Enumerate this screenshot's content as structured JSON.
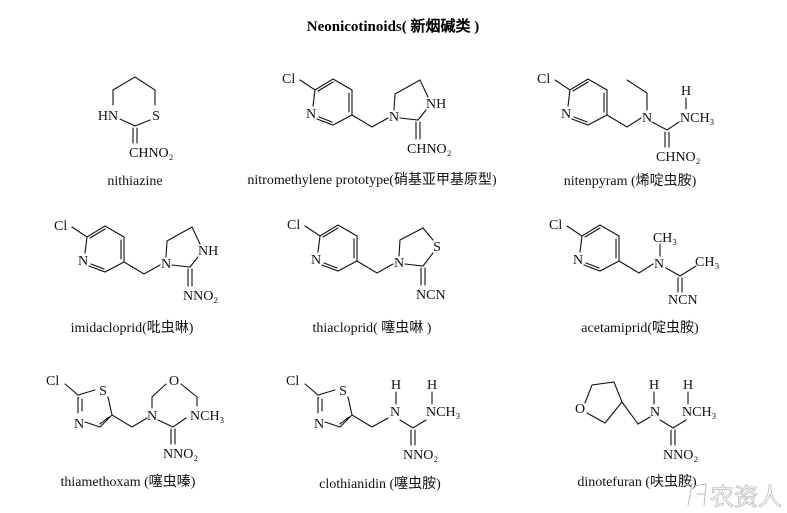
{
  "title": "Neonicotinoids( 新烟碱类 )",
  "compounds": [
    {
      "name": "nithiazine",
      "atoms": [
        "HN",
        "S",
        "CHNO₂"
      ]
    },
    {
      "name": "nitromethylene prototype(硝基亚甲基原型)",
      "atoms": [
        "Cl",
        "N",
        "N",
        "NH",
        "CHNO₂"
      ]
    },
    {
      "name": "nitenpyram (烯啶虫胺)",
      "atoms": [
        "Cl",
        "N",
        "N",
        "H",
        "NCH₃",
        "CHNO₂"
      ]
    },
    {
      "name": "imidacloprid(吡虫啉)",
      "atoms": [
        "Cl",
        "N",
        "N",
        "NH",
        "NNO₂"
      ]
    },
    {
      "name": "thiacloprid( 噻虫啉 )",
      "atoms": [
        "Cl",
        "N",
        "N",
        "S",
        "NCN"
      ]
    },
    {
      "name": "acetamiprid(啶虫胺)",
      "atoms": [
        "Cl",
        "N",
        "N",
        "CH₃",
        "CH₃",
        "NCN"
      ]
    },
    {
      "name": "thiamethoxam (噻虫嗪)",
      "atoms": [
        "Cl",
        "S",
        "N",
        "N",
        "O",
        "NCH₃",
        "NNO₂"
      ]
    },
    {
      "name": "clothianidin (噻虫胺)",
      "atoms": [
        "Cl",
        "S",
        "N",
        "H",
        "N",
        "H",
        "NCH₃",
        "NNO₂"
      ]
    },
    {
      "name": "dinotefuran (呋虫胺)",
      "atoms": [
        "O",
        "H",
        "N",
        "H",
        "NCH₃",
        "NNO₂"
      ]
    }
  ],
  "watermark": "农资人"
}
